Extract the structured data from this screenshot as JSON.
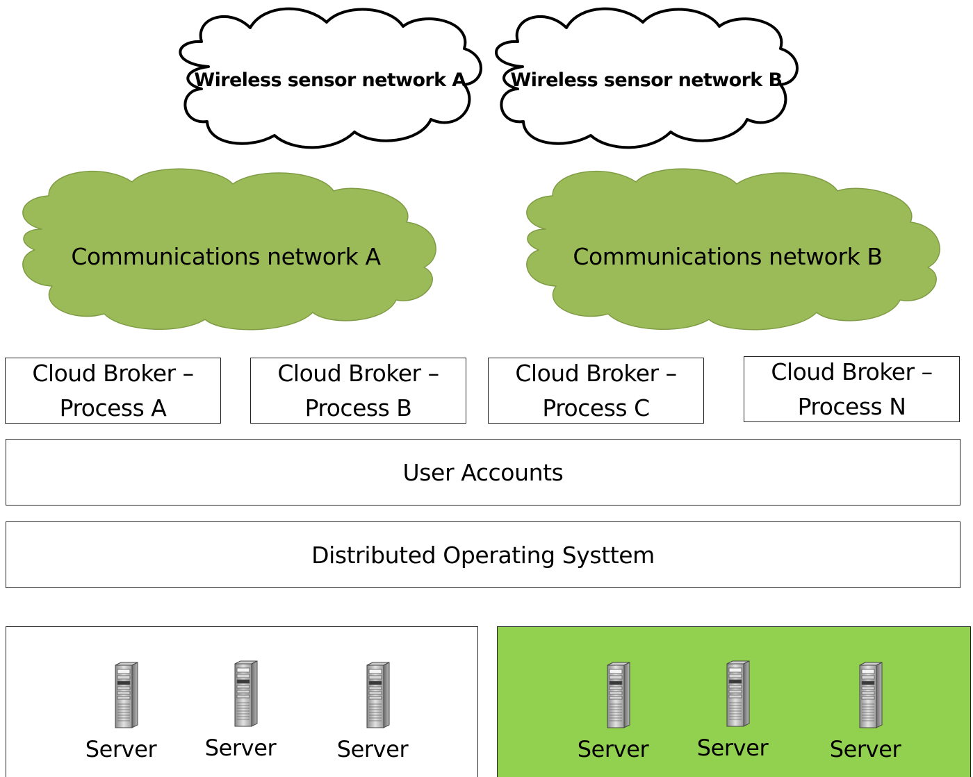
{
  "wireless_networks": [
    {
      "label": "Wireless sensor network A"
    },
    {
      "label": "Wireless sensor network B"
    }
  ],
  "communications_networks": [
    {
      "label": "Communications network A"
    },
    {
      "label": "Communications network B"
    }
  ],
  "cloud_brokers": [
    {
      "line1": "Cloud Broker –",
      "line2": "Process A"
    },
    {
      "line1": "Cloud Broker –",
      "line2": "Process B"
    },
    {
      "line1": "Cloud Broker –",
      "line2": "Process C"
    },
    {
      "line1": "Cloud Broker –",
      "line2": "Process N"
    }
  ],
  "layers": {
    "user_accounts": "User Accounts",
    "distributed_os": "Distributed Operating Systtem"
  },
  "clusters": [
    {
      "fill": "#ffffff",
      "servers": [
        "Server",
        "Server",
        "Server"
      ]
    },
    {
      "fill": "#92d050",
      "servers": [
        "Server",
        "Server",
        "Server"
      ]
    }
  ],
  "colors": {
    "communications_cloud_fill": "#9bbb59",
    "communications_cloud_stroke": "#7f9c45",
    "wireless_cloud_fill": "#ffffff",
    "outline": "#000000"
  },
  "icons": {
    "wireless_cloud": "cloud-icon",
    "communications_cloud": "cloud-icon",
    "server": "server-tower-icon"
  }
}
